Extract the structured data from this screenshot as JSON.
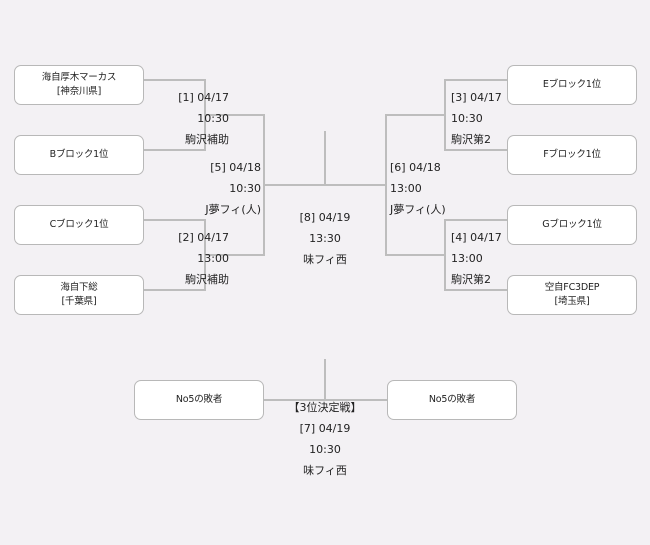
{
  "teams": {
    "t1": {
      "line1": "海自厚木マーカス",
      "line2": "[神奈川県]"
    },
    "t2": {
      "line1": "Bブロック1位",
      "line2": ""
    },
    "t3": {
      "line1": "Cブロック1位",
      "line2": ""
    },
    "t4": {
      "line1": "海自下総",
      "line2": "[千葉県]"
    },
    "t5": {
      "line1": "Eブロック1位",
      "line2": ""
    },
    "t6": {
      "line1": "Fブロック1位",
      "line2": ""
    },
    "t7": {
      "line1": "Gブロック1位",
      "line2": ""
    },
    "t8": {
      "line1": "空自FC3DEP",
      "line2": "[埼玉県]"
    },
    "t9": {
      "line1": "No5の敗者",
      "line2": ""
    },
    "t10": {
      "line1": "No5の敗者",
      "line2": ""
    }
  },
  "matches": {
    "m1": {
      "num_date": "[1] 04/17",
      "time": "10:30",
      "venue": "駒沢補助"
    },
    "m2": {
      "num_date": "[2] 04/17",
      "time": "13:00",
      "venue": "駒沢補助"
    },
    "m3": {
      "num_date": "[3] 04/17",
      "time": "10:30",
      "venue": "駒沢第2"
    },
    "m4": {
      "num_date": "[4] 04/17",
      "time": "13:00",
      "venue": "駒沢第2"
    },
    "m5": {
      "num_date": "[5] 04/18",
      "time": "10:30",
      "venue": "J夢フィ(人)"
    },
    "m6": {
      "num_date": "[6] 04/18",
      "time": "13:00",
      "venue": "J夢フィ(人)"
    },
    "m8": {
      "num_date": "[8] 04/19",
      "time": "13:30",
      "venue": "味フィ西"
    },
    "m7": {
      "title": "【3位決定戦】",
      "num_date": "[7] 04/19",
      "time": "10:30",
      "venue": "味フィ西"
    }
  },
  "colors": {
    "background": "#f3f1f4",
    "box": "#ffffff",
    "border": "#b8b8b8",
    "line": "#bdbdbd",
    "text": "#222222"
  }
}
